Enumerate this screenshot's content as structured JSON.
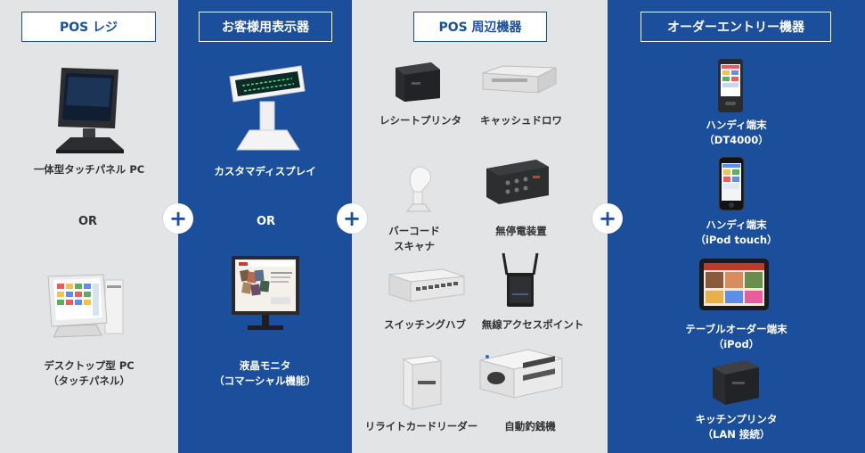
{
  "columns": {
    "pos_register": {
      "title": "POS レジ",
      "item1": "一体型タッチパネル PC",
      "or": "OR",
      "item2_line1": "デスクトップ型 PC",
      "item2_line2": "（タッチパネル）"
    },
    "customer_display": {
      "title": "お客様用表示器",
      "item1": "カスタマディスプレイ",
      "or": "OR",
      "item2_line1": "液晶モニタ",
      "item2_line2": "（コマーシャル機能）"
    },
    "pos_peripherals": {
      "title": "POS 周辺機器",
      "items": {
        "receipt_printer": "レシートプリンタ",
        "cash_drawer": "キャッシュドロワ",
        "barcode_line1": "バーコード",
        "barcode_line2": "スキャナ",
        "ups": "無停電装置",
        "switching_hub": "スイッチングハブ",
        "wireless_ap": "無線アクセスポイント",
        "rewrite_card": "リライトカードリーダー",
        "coin_changer": "自動釣銭機"
      }
    },
    "order_entry": {
      "title": "オーダーエントリー機器",
      "handy1_line1": "ハンディ端末",
      "handy1_line2": "（DT4000）",
      "handy2_line1": "ハンディ端末",
      "handy2_line2": "（iPod touch）",
      "table_line1": "テーブルオーダー端末",
      "table_line2": "（iPod）",
      "kitchen_line1": "キッチンプリンタ",
      "kitchen_line2": "（LAN 接続）"
    }
  },
  "plus_symbol": "+",
  "colors": {
    "brand_blue": "#1b4f9b",
    "panel_gray": "#e3e4e6"
  },
  "icons": [
    "touch-panel-pc-icon",
    "desktop-touch-pc-icon",
    "customer-display-icon",
    "lcd-monitor-icon",
    "receipt-printer-icon",
    "cash-drawer-icon",
    "barcode-scanner-icon",
    "ups-icon",
    "switching-hub-icon",
    "wireless-ap-icon",
    "rewrite-card-reader-icon",
    "coin-changer-icon",
    "handy-dt4000-icon",
    "ipod-touch-icon",
    "table-order-tablet-icon",
    "kitchen-printer-icon"
  ]
}
